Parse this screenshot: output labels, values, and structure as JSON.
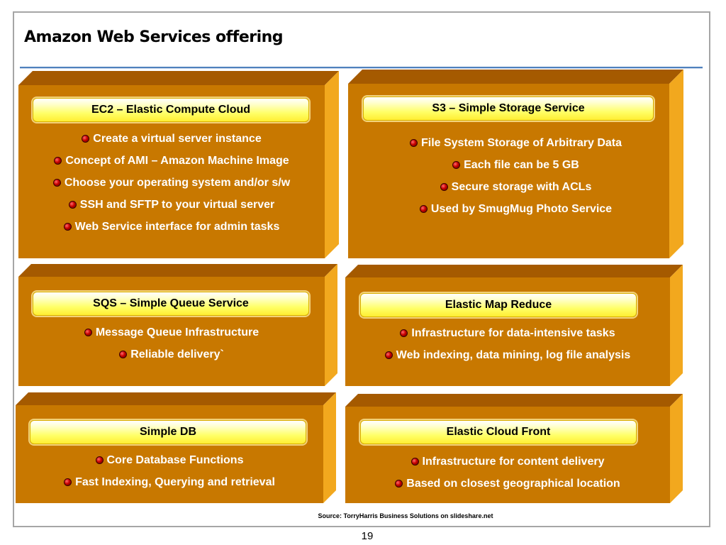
{
  "title": "Amazon Web Services offering",
  "colors": {
    "box_face": "#c87800",
    "box_top": "#a55a00",
    "box_side": "#f2a81e",
    "accent_rule": "#4f81bd",
    "bullet": "#c80000"
  },
  "boxes": [
    {
      "heading": "EC2 – Elastic Compute Cloud",
      "items": [
        "Create a virtual server instance",
        "Concept of  AMI – Amazon Machine Image",
        "Choose your operating system and/or s/w",
        "SSH and SFTP to your virtual server",
        "Web Service interface for admin tasks"
      ]
    },
    {
      "heading": "S3 – Simple Storage Service",
      "items": [
        "File System Storage of Arbitrary Data",
        "Each file can be 5 GB",
        "Secure storage with ACLs",
        "Used by SmugMug Photo Service"
      ]
    },
    {
      "heading": "SQS – Simple Queue Service",
      "items": [
        "Message Queue Infrastructure",
        "Reliable delivery`"
      ]
    },
    {
      "heading": "Elastic Map Reduce",
      "items": [
        "Infrastructure for data-intensive tasks",
        "Web indexing, data mining, log file analysis"
      ]
    },
    {
      "heading": "Simple DB",
      "items": [
        "Core Database Functions",
        "Fast Indexing, Querying and retrieval"
      ]
    },
    {
      "heading": "Elastic Cloud Front",
      "items": [
        "Infrastructure for content delivery",
        "Based on closest geographical location"
      ]
    }
  ],
  "source": "Source: TorryHarris Business Solutions on slideshare.net",
  "page_number": "19"
}
